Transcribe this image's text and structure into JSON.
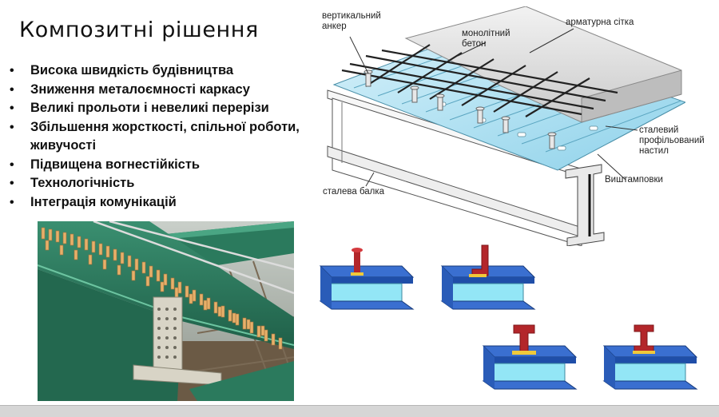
{
  "slide": {
    "title": "Композитні рішення",
    "bullets": [
      "Висока швидкість будівництва",
      "Зниження металоємності каркасу",
      "Великі прольоти і невеликі перерізи",
      "Збільшення жорсткості, спільної роботи, живучості",
      "Підвищена вогнестійкість",
      "Технологічність",
      "Інтеграція комунікацій"
    ]
  },
  "diagram": {
    "labels": {
      "vertical_anchor": "вертикальний\nанкер",
      "monolithic_concrete": "монолітний\nбетон",
      "rebar_mesh": "арматурна сітка",
      "steel_deck": "сталевий\nпрофільований\nнастил",
      "embossments": "Виштамповки",
      "steel_beam": "сталева балка"
    }
  },
  "colors": {
    "beam_green": "#2f7d62",
    "deck_blue": "#a8ddf0",
    "connector_red": "#b3262a",
    "beam_blue": "#2f5fb8",
    "beam_web_cyan": "#8fe3f5"
  }
}
